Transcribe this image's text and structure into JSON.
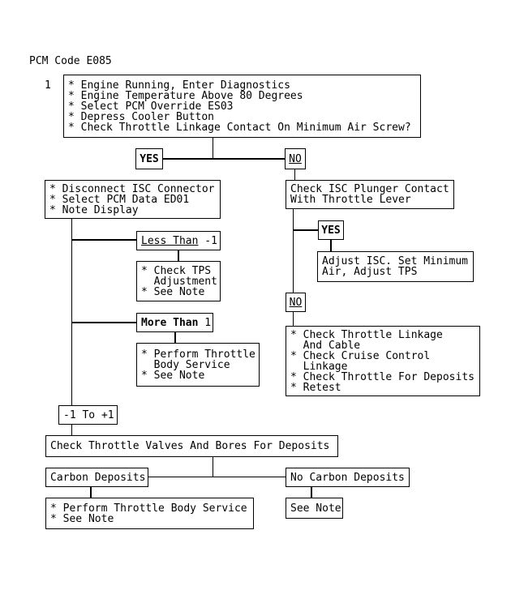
{
  "page": {
    "title": "PCM Code E085",
    "step_number": "1",
    "colors": {
      "background": "#ffffff",
      "ink": "#000000"
    }
  },
  "boxes": {
    "start_conditions": {
      "lines": [
        "* Engine Running, Enter Diagnostics",
        "* Engine Temperature Above 80 Degrees",
        "* Select PCM Override ES03",
        "* Depress Cooler Button",
        "* Check Throttle Linkage Contact On Minimum Air Screw?"
      ]
    },
    "yes_left": {
      "label": "YES"
    },
    "no_left": {
      "label": "NO"
    },
    "disconnect_isc": {
      "lines": [
        "* Disconnect ISC Connector",
        "* Select PCM Data ED01",
        "* Note Display"
      ]
    },
    "less_than": {
      "underlined": "Less Than",
      "rest": " -1"
    },
    "check_tps": {
      "lines": [
        "* Check TPS",
        "  Adjustment",
        "* See Note"
      ]
    },
    "more_than": {
      "bold": "More Than",
      "rest": " 1"
    },
    "perform_throttle_service": {
      "lines": [
        "* Perform Throttle",
        "  Body Service",
        "* See Note"
      ]
    },
    "range_minus1_plus1": {
      "label": "-1 To +1"
    },
    "check_valves": {
      "label": "Check Throttle Valves And Bores For Deposits"
    },
    "carbon_deposits": {
      "label": "Carbon Deposits"
    },
    "no_carbon_deposits": {
      "label": "No Carbon Deposits"
    },
    "perform_body_service": {
      "lines": [
        "* Perform Throttle Body Service",
        "* See Note"
      ]
    },
    "see_note": {
      "label": "See Note"
    },
    "check_isc_plunger": {
      "lines": [
        "Check ISC Plunger Contact",
        "With Throttle Lever"
      ]
    },
    "yes_right": {
      "label": "YES"
    },
    "adjust_isc": {
      "lines": [
        "Adjust ISC. Set Minimum",
        "Air, Adjust TPS"
      ]
    },
    "no_right": {
      "label": "NO"
    },
    "check_linkage": {
      "lines": [
        "* Check Throttle Linkage",
        "  And Cable",
        "* Check Cruise Control",
        "  Linkage",
        "* Check Throttle For Deposits",
        "* Retest"
      ]
    }
  }
}
